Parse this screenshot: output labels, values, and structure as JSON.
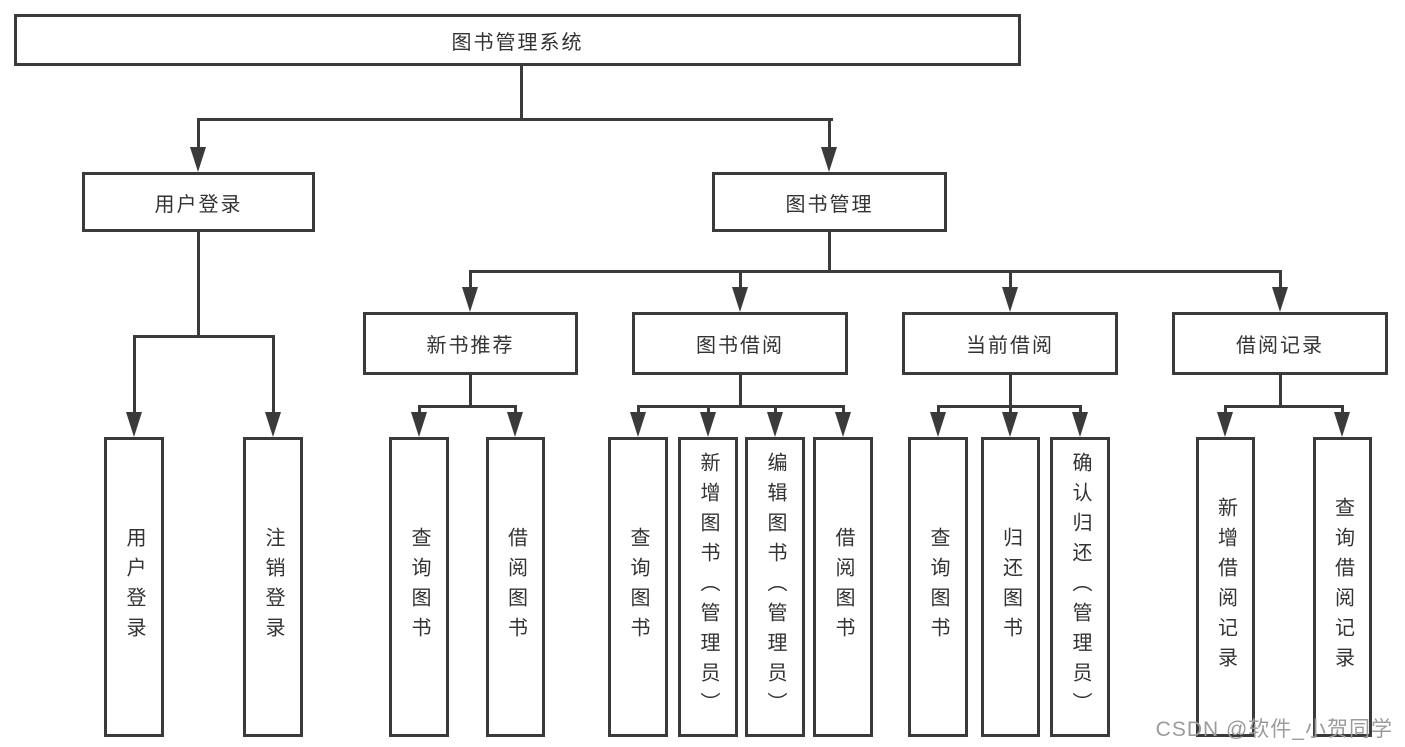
{
  "nodes": {
    "root": {
      "label": "图书管理系统"
    },
    "level2": [
      {
        "id": "user-login",
        "label": "用户登录"
      },
      {
        "id": "book-management",
        "label": "图书管理"
      }
    ],
    "level3": [
      {
        "id": "new-book-recommendation",
        "parent": "图书管理",
        "label": "新书推荐"
      },
      {
        "id": "book-borrowing",
        "parent": "图书管理",
        "label": "图书借阅"
      },
      {
        "id": "current-borrowing",
        "parent": "图书管理",
        "label": "当前借阅"
      },
      {
        "id": "borrowing-records",
        "parent": "图书管理",
        "label": "借阅记录"
      }
    ],
    "leaves": [
      {
        "parent": "用户登录",
        "label": "用户登录"
      },
      {
        "parent": "用户登录",
        "label": "注销登录"
      },
      {
        "parent": "新书推荐",
        "label": "查询图书"
      },
      {
        "parent": "新书推荐",
        "label": "借阅图书"
      },
      {
        "parent": "图书借阅",
        "label": "查询图书"
      },
      {
        "parent": "图书借阅",
        "label": "新增图书（管理员）"
      },
      {
        "parent": "图书借阅",
        "label": "编辑图书（管理员）"
      },
      {
        "parent": "图书借阅",
        "label": "借阅图书"
      },
      {
        "parent": "当前借阅",
        "label": "查询图书"
      },
      {
        "parent": "当前借阅",
        "label": "归还图书"
      },
      {
        "parent": "当前借阅",
        "label": "确认归还（管理员）"
      },
      {
        "parent": "借阅记录",
        "label": "新增借阅记录"
      },
      {
        "parent": "借阅记录",
        "label": "查询借阅记录"
      }
    ]
  },
  "watermark": "CSDN @软件_小贺同学",
  "colors": {
    "line": "#3a3a3a",
    "text": "#333333",
    "watermark": "#9b9b9b",
    "background": "#ffffff"
  }
}
